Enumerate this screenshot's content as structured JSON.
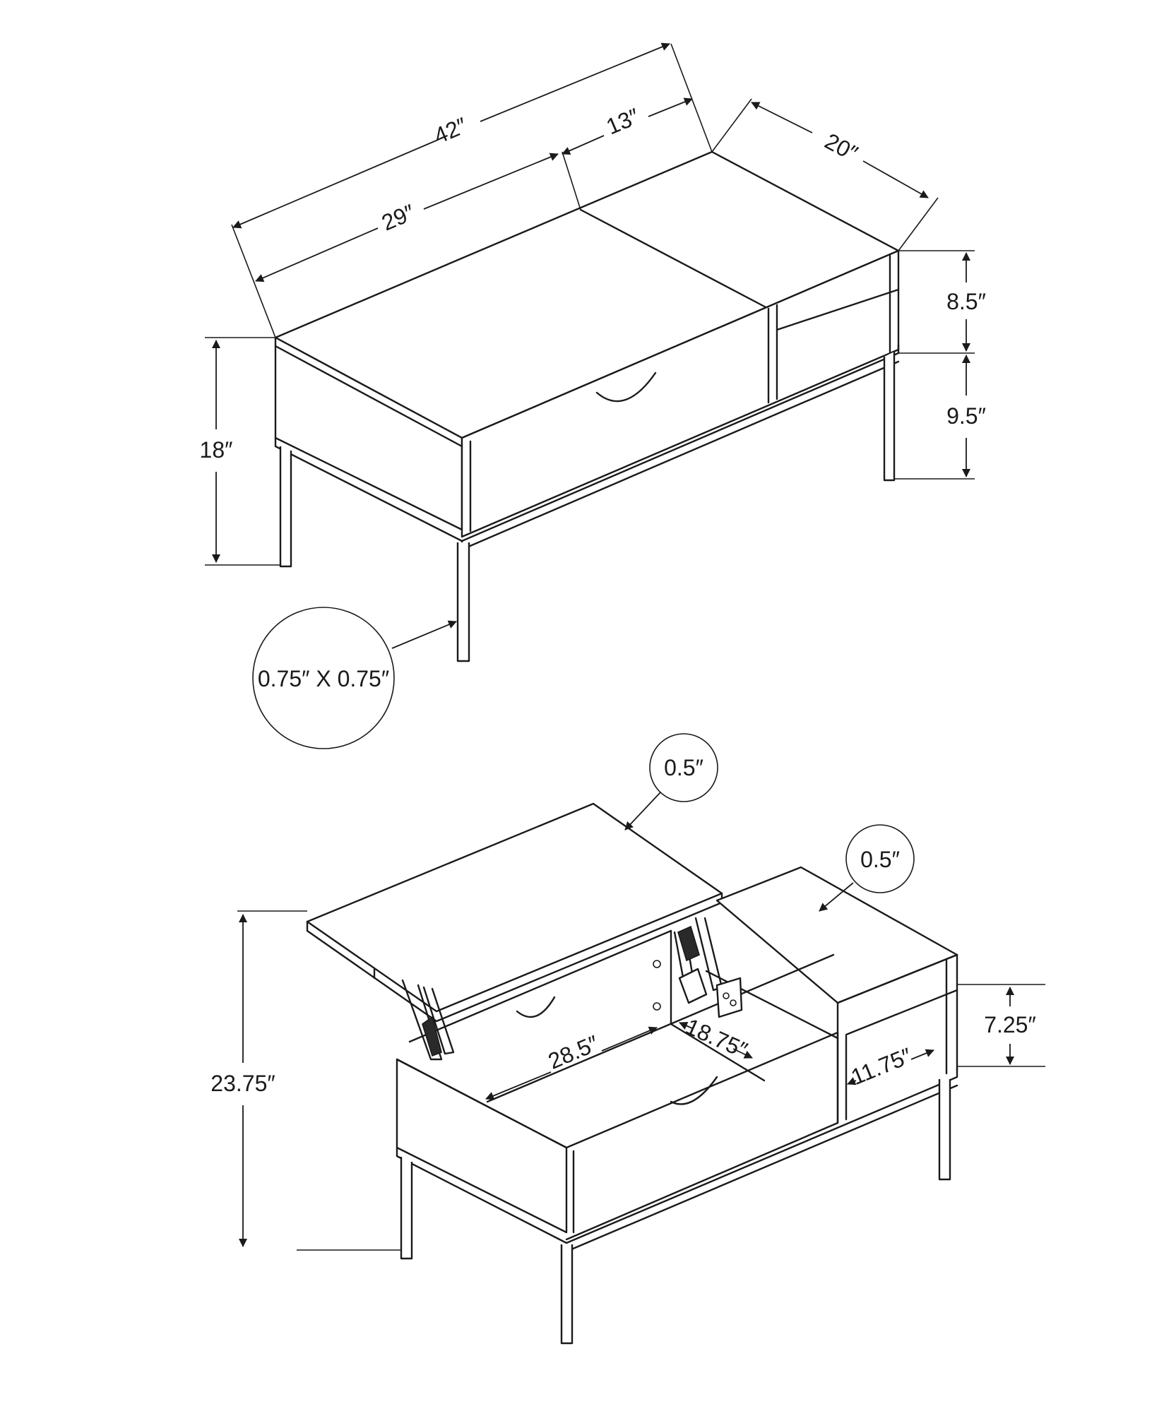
{
  "diagram": {
    "top_view": {
      "overall_length": "42″",
      "lift_top_length": "29″",
      "shelf_length": "13″",
      "depth": "20″",
      "shelf_height": "8.5″",
      "leg_height": "9.5″",
      "overall_height": "18″",
      "leg_size": "0.75″ X 0.75″"
    },
    "bottom_view": {
      "lifted_height": "23.75″",
      "lift_top_thickness": "0.5″",
      "shelf_top_thickness": "0.5″",
      "storage_length": "28.5″",
      "storage_depth": "18.75″",
      "shelf_opening_height": "7.25″",
      "shelf_opening_depth": "11.75″"
    }
  }
}
